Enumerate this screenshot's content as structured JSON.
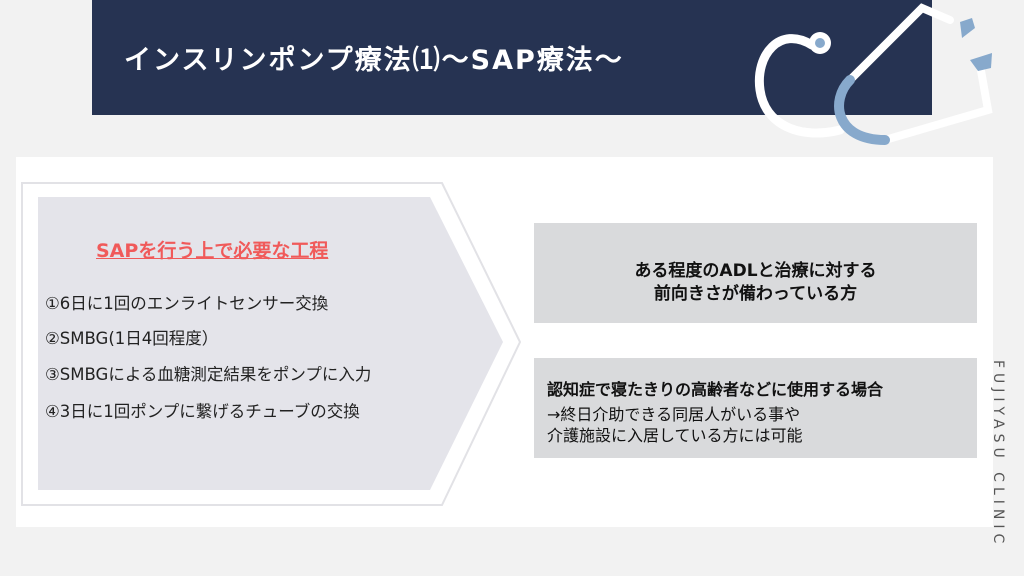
{
  "title": "インスリンポンプ療法⑴～SAP療法～",
  "steps": {
    "heading": "SAPを行う上で必要な工程",
    "items": [
      "①6日に1回のエンライトセンサー交換",
      "②SMBG(1日4回程度）",
      "③SMBGによる血糖測定結果をポンプに入力",
      "④3日に1回ポンプに繋げるチューブの交換"
    ]
  },
  "box1": {
    "line1": "ある程度のADLと治療に対する",
    "line2": "前向きさが備わっている方"
  },
  "box2": {
    "heading": "認知症で寝たきりの高齢者などに使用する場合",
    "line1": "→終日介助できる同居人がいる事や",
    "line2": "介護施設に入居している方には可能"
  },
  "footer": {
    "clinic": "FUJIYASU CLINIC"
  },
  "colors": {
    "navy": "#263352",
    "accent": "#f05a5a",
    "steth": "#87a9cc"
  }
}
